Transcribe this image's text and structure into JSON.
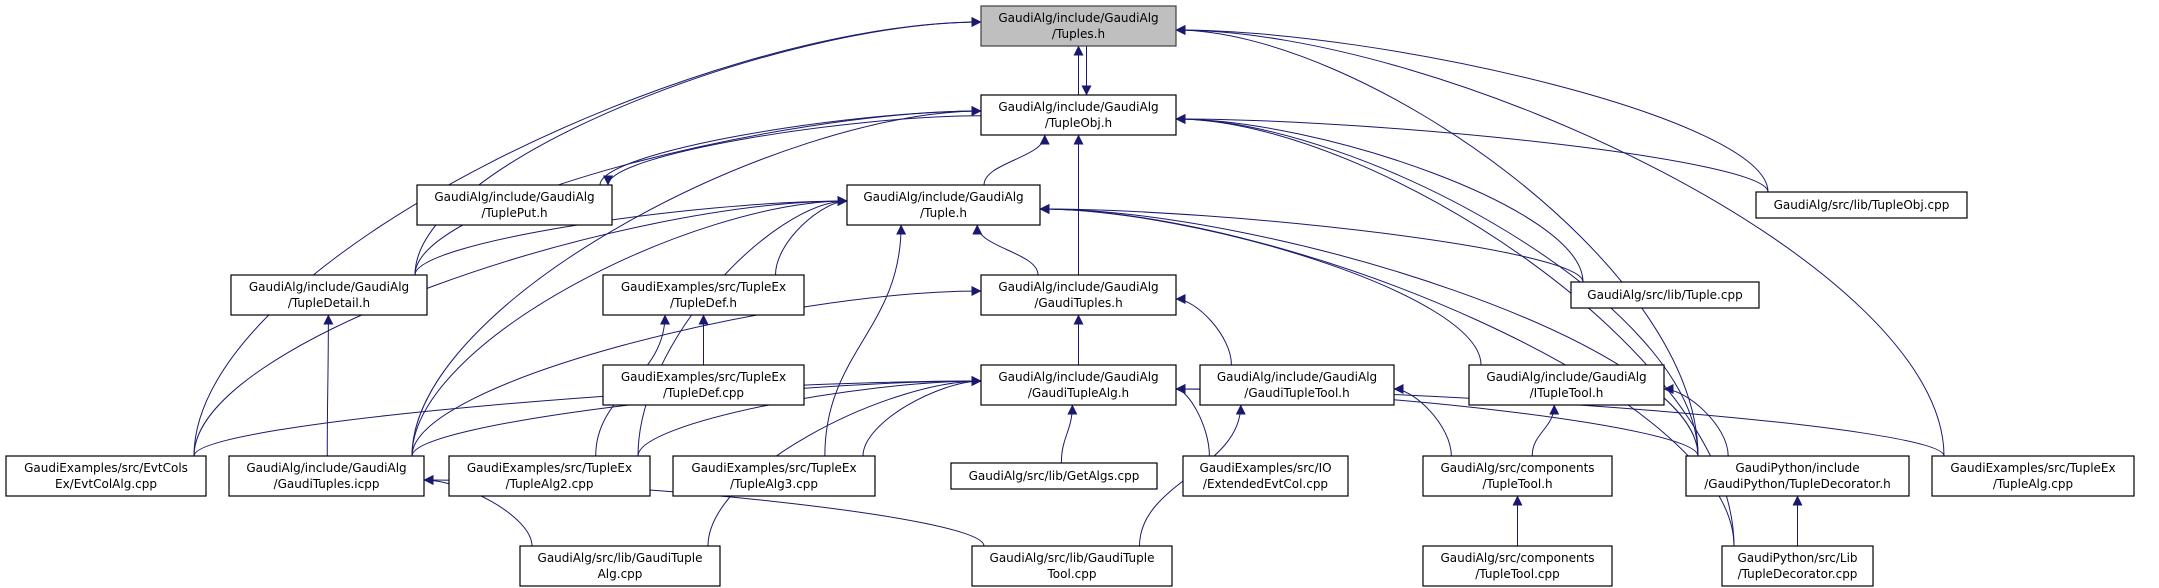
{
  "colors": {
    "edge": "#191970",
    "current_node_fill": "#bfbfbf",
    "node_fill": "#ffffff"
  },
  "nodes": [
    {
      "id": "tuples_h",
      "line1": "GaudiAlg/include/GaudiAlg",
      "line2": "/Tuples.h",
      "current": true
    },
    {
      "id": "tupleobj_h",
      "line1": "GaudiAlg/include/GaudiAlg",
      "line2": "/TupleObj.h"
    },
    {
      "id": "tupleput_h",
      "line1": "GaudiAlg/include/GaudiAlg",
      "line2": "/TuplePut.h"
    },
    {
      "id": "tuple_h",
      "line1": "GaudiAlg/include/GaudiAlg",
      "line2": "/Tuple.h"
    },
    {
      "id": "tupleobj_cpp",
      "line1": "GaudiAlg/src/lib/TupleObj.cpp",
      "line2": ""
    },
    {
      "id": "tupledetail_h",
      "line1": "GaudiAlg/include/GaudiAlg",
      "line2": "/TupleDetail.h"
    },
    {
      "id": "tupledef_h",
      "line1": "GaudiExamples/src/TupleEx",
      "line2": "/TupleDef.h"
    },
    {
      "id": "gaudituples_h",
      "line1": "GaudiAlg/include/GaudiAlg",
      "line2": "/GaudiTuples.h"
    },
    {
      "id": "tuple_cpp",
      "line1": "GaudiAlg/src/lib/Tuple.cpp",
      "line2": ""
    },
    {
      "id": "tupledef_cpp",
      "line1": "GaudiExamples/src/TupleEx",
      "line2": "/TupleDef.cpp"
    },
    {
      "id": "gaudituplealg_h",
      "line1": "GaudiAlg/include/GaudiAlg",
      "line2": "/GaudiTupleAlg.h"
    },
    {
      "id": "gauditupletool_h",
      "line1": "GaudiAlg/include/GaudiAlg",
      "line2": "/GaudiTupleTool.h"
    },
    {
      "id": "ituple_tool_h",
      "line1": "GaudiAlg/include/GaudiAlg",
      "line2": "/ITupleTool.h"
    },
    {
      "id": "evtcolalg_cpp",
      "line1": "GaudiExamples/src/EvtCols",
      "line2": "Ex/EvtColAlg.cpp"
    },
    {
      "id": "gaudituples_icpp",
      "line1": "GaudiAlg/include/GaudiAlg",
      "line2": "/GaudiTuples.icpp"
    },
    {
      "id": "tuplealg2_cpp",
      "line1": "GaudiExamples/src/TupleEx",
      "line2": "/TupleAlg2.cpp"
    },
    {
      "id": "tuplealg3_cpp",
      "line1": "GaudiExamples/src/TupleEx",
      "line2": "/TupleAlg3.cpp"
    },
    {
      "id": "getalgs_cpp",
      "line1": "GaudiAlg/src/lib/GetAlgs.cpp",
      "line2": ""
    },
    {
      "id": "extendedevtcol_cpp",
      "line1": "GaudiExamples/src/IO",
      "line2": "/ExtendedEvtCol.cpp"
    },
    {
      "id": "tupletool_h",
      "line1": "GaudiAlg/src/components",
      "line2": "/TupleTool.h"
    },
    {
      "id": "tupledecorator_h",
      "line1": "GaudiPython/include",
      "line2": "/GaudiPython/TupleDecorator.h"
    },
    {
      "id": "tuplealg_cpp",
      "line1": "GaudiExamples/src/TupleEx",
      "line2": "/TupleAlg.cpp"
    },
    {
      "id": "gaudituplealg_cpp",
      "line1": "GaudiAlg/src/lib/GaudiTuple",
      "line2": "Alg.cpp"
    },
    {
      "id": "gauditupletool_cpp",
      "line1": "GaudiAlg/src/lib/GaudiTuple",
      "line2": "Tool.cpp"
    },
    {
      "id": "tupletool_cpp",
      "line1": "GaudiAlg/src/components",
      "line2": "/TupleTool.cpp"
    },
    {
      "id": "tupledecorator_cpp",
      "line1": "GaudiPython/src/Lib",
      "line2": "/TupleDecorator.cpp"
    }
  ],
  "edges": [
    {
      "from": "tupleobj_h",
      "to": "tuples_h"
    },
    {
      "from": "tuples_h",
      "to": "tupleobj_h"
    },
    {
      "from": "evtcolalg_cpp",
      "to": "tuples_h"
    },
    {
      "from": "tupledetail_h",
      "to": "tuples_h"
    },
    {
      "from": "tupleobj_cpp",
      "to": "tuples_h"
    },
    {
      "from": "tupledecorator_h",
      "to": "tuples_h"
    },
    {
      "from": "tuplealg_cpp",
      "to": "tuples_h"
    },
    {
      "from": "tupleput_h",
      "to": "tupleobj_h"
    },
    {
      "from": "tupleobj_h",
      "to": "tupleput_h"
    },
    {
      "from": "tupledetail_h",
      "to": "tupleobj_h"
    },
    {
      "from": "gaudituples_icpp",
      "to": "tupleobj_h"
    },
    {
      "from": "tuple_h",
      "to": "tupleobj_h"
    },
    {
      "from": "gaudituples_h",
      "to": "tupleobj_h"
    },
    {
      "from": "tuple_cpp",
      "to": "tupleobj_h"
    },
    {
      "from": "tupleobj_cpp",
      "to": "tupleobj_h"
    },
    {
      "from": "tupledecorator_h",
      "to": "tupleobj_h"
    },
    {
      "from": "tupledecorator_cpp",
      "to": "tupleobj_h"
    },
    {
      "from": "tupledetail_h",
      "to": "tuple_h"
    },
    {
      "from": "tupledef_h",
      "to": "tuple_h"
    },
    {
      "from": "evtcolalg_cpp",
      "to": "tuple_h"
    },
    {
      "from": "gaudituples_icpp",
      "to": "tuple_h"
    },
    {
      "from": "tuplealg2_cpp",
      "to": "tuple_h"
    },
    {
      "from": "tuplealg3_cpp",
      "to": "tuple_h"
    },
    {
      "from": "gaudituples_h",
      "to": "tuple_h"
    },
    {
      "from": "tuple_cpp",
      "to": "tuple_h"
    },
    {
      "from": "ituple_tool_h",
      "to": "tuple_h"
    },
    {
      "from": "tupledecorator_h",
      "to": "tuple_h"
    },
    {
      "from": "tupledecorator_cpp",
      "to": "tuple_h"
    },
    {
      "from": "gaudituples_icpp",
      "to": "tupledetail_h"
    },
    {
      "from": "tupledef_cpp",
      "to": "tupledef_h"
    },
    {
      "from": "tuplealg2_cpp",
      "to": "tupledef_h"
    },
    {
      "from": "gaudituplealg_h",
      "to": "gaudituples_h"
    },
    {
      "from": "gauditupletool_h",
      "to": "gaudituples_h"
    },
    {
      "from": "gaudituples_icpp",
      "to": "gaudituples_h"
    },
    {
      "from": "evtcolalg_cpp",
      "to": "gaudituplealg_h"
    },
    {
      "from": "gaudituples_icpp",
      "to": "gaudituplealg_h"
    },
    {
      "from": "tuplealg2_cpp",
      "to": "gaudituplealg_h"
    },
    {
      "from": "tuplealg3_cpp",
      "to": "gaudituplealg_h"
    },
    {
      "from": "getalgs_cpp",
      "to": "gaudituplealg_h"
    },
    {
      "from": "extendedevtcol_cpp",
      "to": "gaudituplealg_h"
    },
    {
      "from": "gaudituplealg_cpp",
      "to": "gaudituplealg_h"
    },
    {
      "from": "tupledecorator_h",
      "to": "gaudituplealg_h"
    },
    {
      "from": "tuplealg_cpp",
      "to": "gaudituplealg_h"
    },
    {
      "from": "tupletool_h",
      "to": "gauditupletool_h"
    },
    {
      "from": "gauditupletool_cpp",
      "to": "gauditupletool_h"
    },
    {
      "from": "tupletool_h",
      "to": "ituple_tool_h"
    },
    {
      "from": "tupledecorator_h",
      "to": "ituple_tool_h"
    },
    {
      "from": "gaudituplealg_cpp",
      "to": "gaudituples_icpp"
    },
    {
      "from": "gauditupletool_cpp",
      "to": "gaudituples_icpp"
    },
    {
      "from": "tupletool_cpp",
      "to": "tupletool_h"
    },
    {
      "from": "tupledecorator_cpp",
      "to": "tupledecorator_h"
    }
  ]
}
